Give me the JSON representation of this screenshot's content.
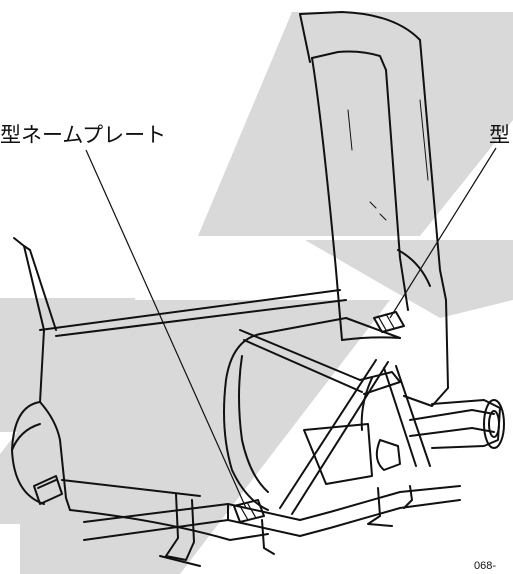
{
  "labels": {
    "left_callout": "型ネームプレート",
    "right_callout": "型",
    "figure_code": "068-"
  },
  "colors": {
    "ink": "#111111",
    "watermark": "#d9d9d9"
  }
}
